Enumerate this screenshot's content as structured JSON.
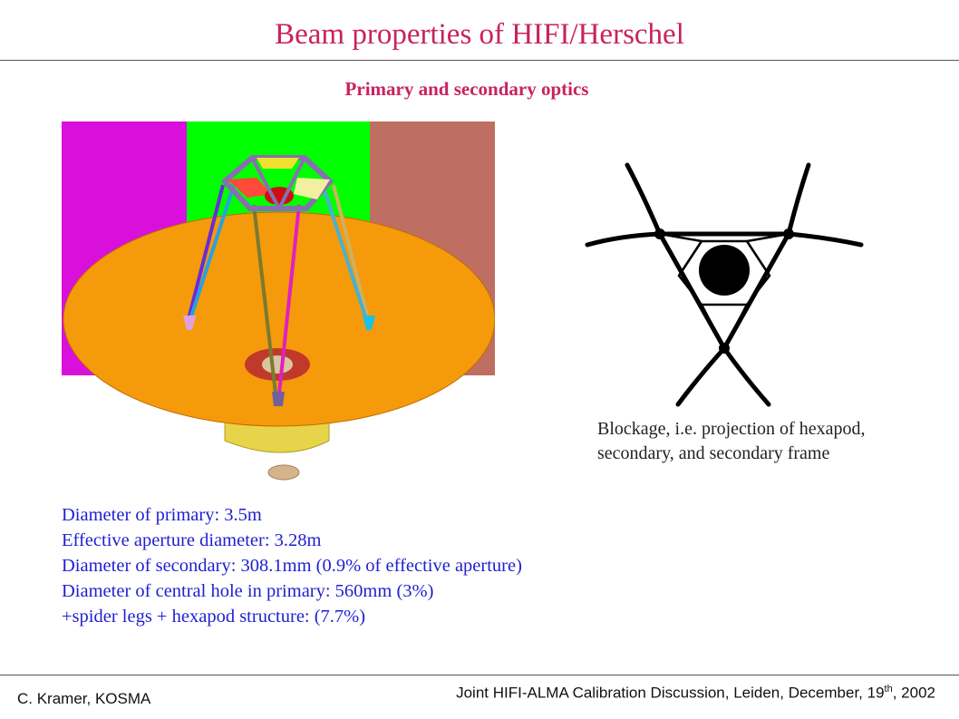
{
  "slide": {
    "title": "Beam properties of HIFI/Herschel",
    "subtitle": "Primary and secondary optics"
  },
  "figure": {
    "caption": "Blockage, i.e. projection of hexapod, secondary, and secondary frame"
  },
  "specs": [
    "Diameter of primary: 3.5m",
    "Effective aperture diameter: 3.28m",
    "Diameter of secondary: 308.1mm (0.9% of effective aperture)",
    "Diameter of central hole in primary: 560mm (3%)",
    "+spider legs + hexapod structure: (7.7%)"
  ],
  "footer": {
    "author": "C. Kramer, KOSMA",
    "event_prefix": "Joint HIFI-ALMA Calibration Discussion, Leiden, December, 19",
    "event_sup": "th",
    "event_suffix": ", 2002"
  },
  "colors": {
    "title": "#c8225f",
    "specs_text": "#1f1fd0",
    "panel_magenta": "#d90fdc",
    "panel_green": "#00ff00",
    "panel_brown": "#bf6e62",
    "dish_orange": "#f59a0a"
  }
}
